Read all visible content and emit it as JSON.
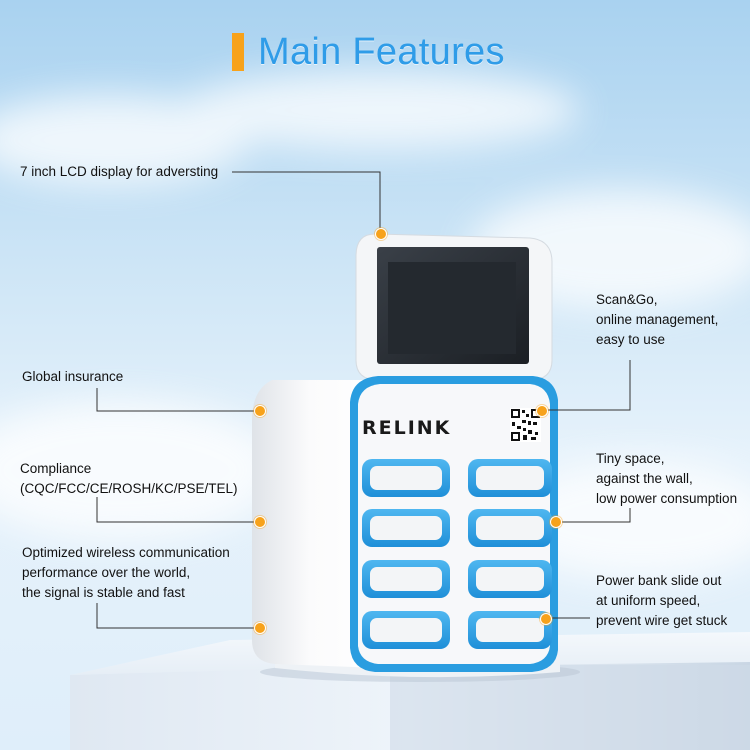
{
  "title": "Main Features",
  "colors": {
    "accent_orange": "#f7a21b",
    "title_blue": "#2f9ce8",
    "device_blue": "#2a9de0"
  },
  "brand_logo": "RELINK",
  "features": {
    "lcd": {
      "lines": [
        "7 inch LCD display for adversting"
      ]
    },
    "insurance": {
      "lines": [
        "Global insurance"
      ]
    },
    "compliance": {
      "lines": [
        "Compliance",
        "(CQC/FCC/CE/ROSH/KC/PSE/TEL)"
      ]
    },
    "wireless": {
      "lines": [
        "Optimized wireless communication",
        "performance over the world,",
        "the signal is stable and fast"
      ]
    },
    "scan": {
      "lines": [
        "Scan&Go,",
        "online management,",
        "easy to use"
      ]
    },
    "space": {
      "lines": [
        "Tiny space,",
        "against the wall,",
        "low power consumption"
      ]
    },
    "slide": {
      "lines": [
        "Power bank slide out",
        "at uniform speed,",
        "prevent wire get stuck"
      ]
    }
  },
  "icons": [
    "qr-code-icon",
    "callout-dot-icon"
  ]
}
